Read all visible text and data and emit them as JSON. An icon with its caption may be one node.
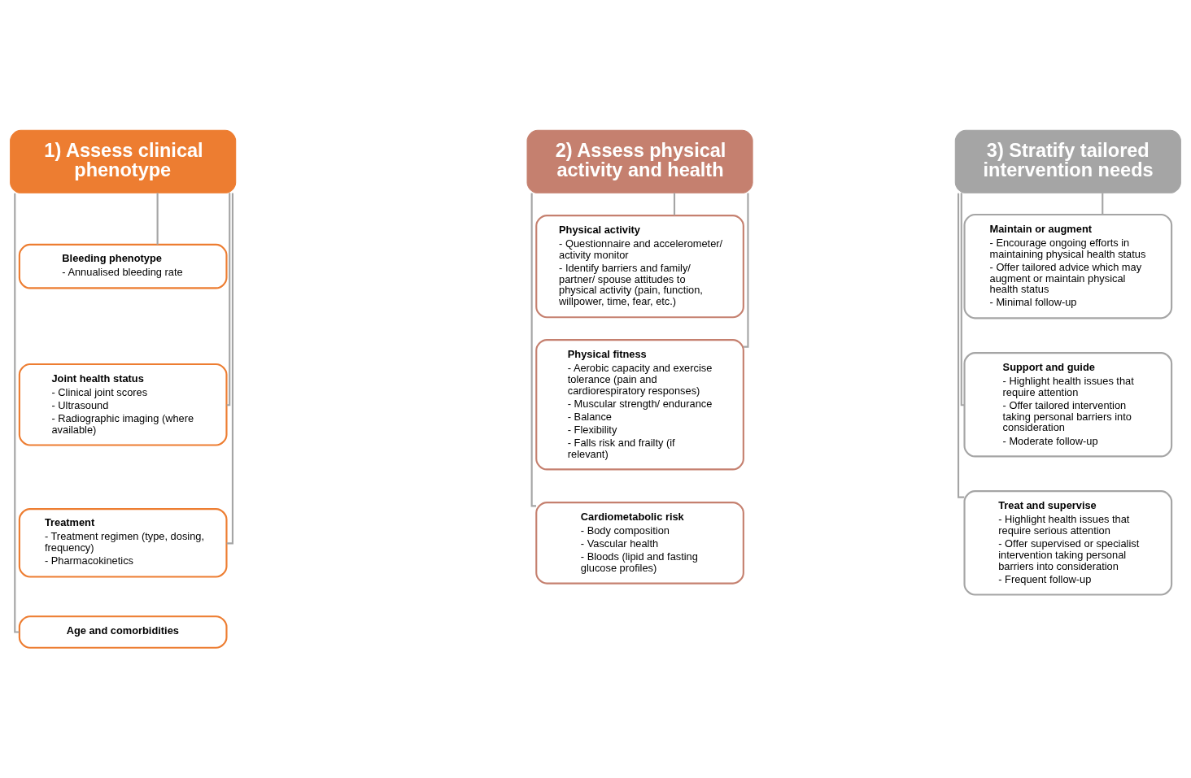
{
  "diagram": {
    "nodes": [
      {
        "text": [
          "1) Assess clinical phenotype"
        ]
      },
      {
        "text": [
          "Bleeding phenotype",
          "- Annualised bleeding rate"
        ]
      },
      {
        "text": [
          "Joint health status",
          "- Clinical joint scores",
          "- Ultrasound",
          "- Radiographic imaging (where available)"
        ]
      },
      {
        "text": [
          "Treatment",
          "- Treatment regimen (type, dosing, frequency)",
          "- Pharmacokinetics"
        ]
      },
      {
        "text": [
          "Age and comorbidities"
        ]
      },
      {
        "text": [
          "2) Assess physical activity and health"
        ]
      },
      {
        "text": [
          "Physical activity",
          "- Questionnaire and accelerometer/ activity monitor",
          "- Identify barriers and family/ partner/ spouse attitudes to physical activity (pain, function, willpower, time, fear, etc.)"
        ]
      },
      {
        "text": [
          "Physical fitness",
          "- Aerobic capacity and exercise tolerance (pain and cardiorespiratory responses)",
          "- Muscular strength/ endurance",
          "- Balance",
          "- Flexibility",
          "- Falls risk and frailty (if relevant)"
        ]
      },
      {
        "text": [
          "Cardiometabolic risk",
          "- Body composition",
          "- Vascular health",
          "- Bloods (lipid and fasting glucose profiles)"
        ]
      },
      {
        "text": [
          "3) Stratify tailored intervention needs"
        ]
      },
      {
        "text": [
          "Maintain or augment",
          "- Encourage ongoing efforts in maintaining physical health status",
          "- Offer tailored advice which may augment or maintain physical health status",
          "- Minimal follow-up"
        ]
      },
      {
        "text": [
          "Support and guide",
          "- Highlight health issues that require attention",
          "- Offer tailored intervention taking personal barriers into consideration",
          "- Moderate follow-up"
        ]
      },
      {
        "text": [
          "Treat and supervise",
          "- Highlight health issues that require serious attention",
          "- Offer supervised or specialist intervention taking personal barriers into consideration",
          "- Frequent follow-up"
        ]
      }
    ],
    "edges": [
      {
        "from": 0,
        "to": 1,
        "arrow": "none"
      },
      {
        "from": 0,
        "to": 2,
        "arrow": "none"
      },
      {
        "from": 0,
        "to": 3,
        "arrow": "none"
      },
      {
        "from": 0,
        "to": 4,
        "arrow": "none"
      },
      {
        "from": 5,
        "to": 6,
        "arrow": "none"
      },
      {
        "from": 5,
        "to": 7,
        "arrow": "none"
      },
      {
        "from": 5,
        "to": 8,
        "arrow": "none"
      },
      {
        "from": 9,
        "to": 10,
        "arrow": "none"
      },
      {
        "from": 9,
        "to": 11,
        "arrow": "none"
      },
      {
        "from": 9,
        "to": 12,
        "arrow": "none"
      }
    ]
  }
}
